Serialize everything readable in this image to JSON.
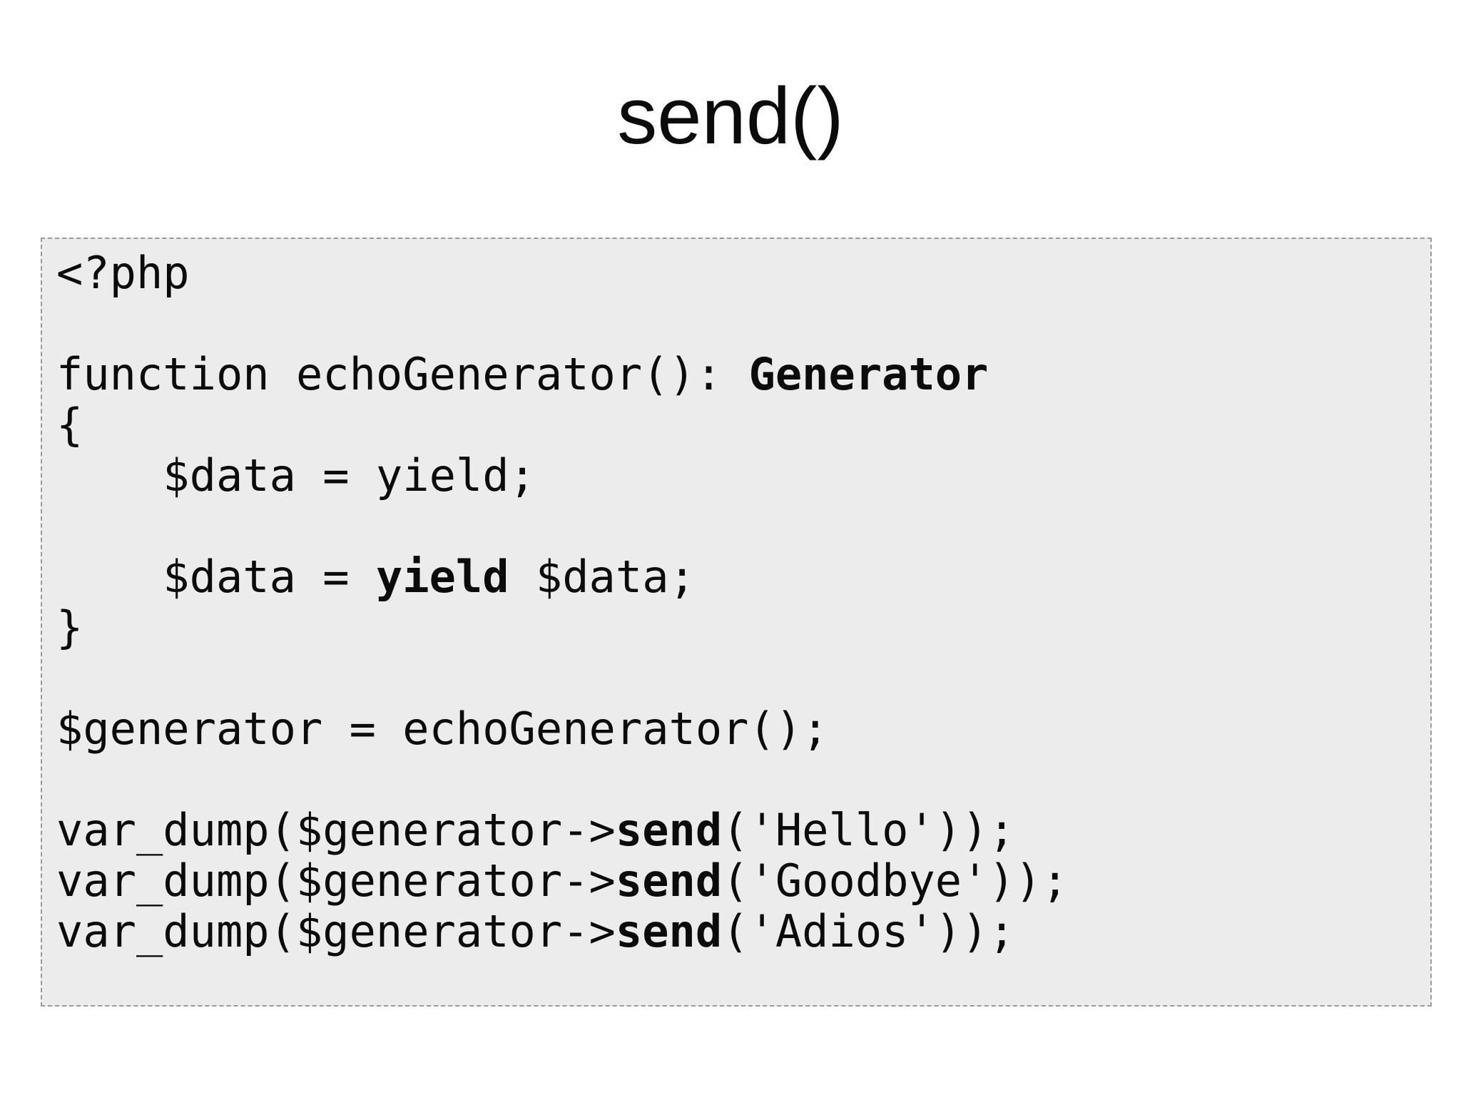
{
  "slide": {
    "title": "send()"
  },
  "code_block": {
    "language": "php",
    "background_color": "#ececec",
    "border_color": "#9a9a9a",
    "text_color": "#0b0b0b",
    "lines": [
      [
        {
          "t": "<?php",
          "b": false
        }
      ],
      [],
      [
        {
          "t": "function echoGenerator(): ",
          "b": false
        },
        {
          "t": "Generator",
          "b": true
        }
      ],
      [
        {
          "t": "{",
          "b": false
        }
      ],
      [
        {
          "t": "    $data = yield;",
          "b": false
        }
      ],
      [],
      [
        {
          "t": "    $data = ",
          "b": false
        },
        {
          "t": "yield",
          "b": true
        },
        {
          "t": " $data;",
          "b": false
        }
      ],
      [
        {
          "t": "}",
          "b": false
        }
      ],
      [],
      [
        {
          "t": "$generator = echoGenerator();",
          "b": false
        }
      ],
      [],
      [
        {
          "t": "var_dump($generator->",
          "b": false
        },
        {
          "t": "send",
          "b": true
        },
        {
          "t": "('Hello'));",
          "b": false
        }
      ],
      [
        {
          "t": "var_dump($generator->",
          "b": false
        },
        {
          "t": "send",
          "b": true
        },
        {
          "t": "('Goodbye'));",
          "b": false
        }
      ],
      [
        {
          "t": "var_dump($generator->",
          "b": false
        },
        {
          "t": "send",
          "b": true
        },
        {
          "t": "('Adios'));",
          "b": false
        }
      ]
    ]
  }
}
